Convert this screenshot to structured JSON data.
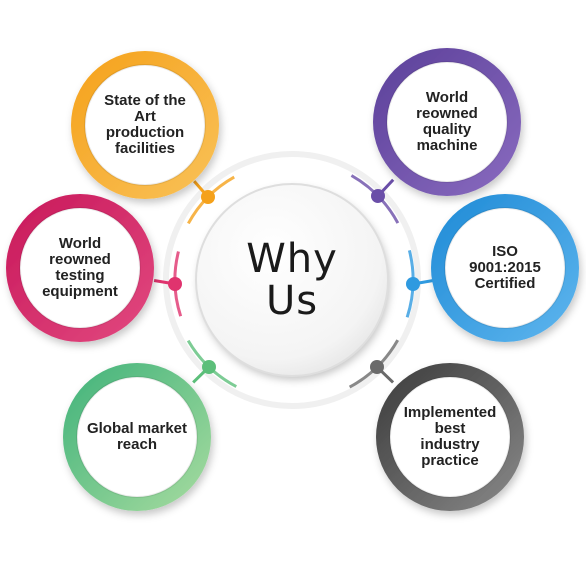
{
  "center": {
    "line1": "Why",
    "line2": "Us"
  },
  "items": [
    {
      "label": "State of the Art production facilities",
      "lines": [
        "State of the",
        "Art",
        "production",
        "facilities"
      ],
      "color": "#f5a11a",
      "color2": "#f9c25a",
      "dot": "#f5a11a"
    },
    {
      "label": "World reowned quality machine",
      "lines": [
        "World",
        "reowned",
        "quality",
        "machine"
      ],
      "color": "#5b3f99",
      "color2": "#8a6cc0",
      "dot": "#6a4ea8"
    },
    {
      "label": "World reowned testing equipment",
      "lines": [
        "World",
        "reowned",
        "testing",
        "equipment"
      ],
      "color": "#c8175a",
      "color2": "#e24a80",
      "dot": "#e0336e"
    },
    {
      "label": "ISO 9001:2015 Certified",
      "lines": [
        "ISO",
        "9001:2015",
        "Certified"
      ],
      "color": "#1e8ad6",
      "color2": "#5fb6ee",
      "dot": "#2f9ae0"
    },
    {
      "label": "Global market reach",
      "lines": [
        "Global market",
        "reach"
      ],
      "color": "#3fb27a",
      "color2": "#a8dca0",
      "dot": "#5cbf7a"
    },
    {
      "label": "Implemented best industry practice",
      "lines": [
        "Implemented",
        "best",
        "industry",
        "practice"
      ],
      "color": "#3a3a3a",
      "color2": "#8a8a8a",
      "dot": "#6a6a6a"
    }
  ]
}
